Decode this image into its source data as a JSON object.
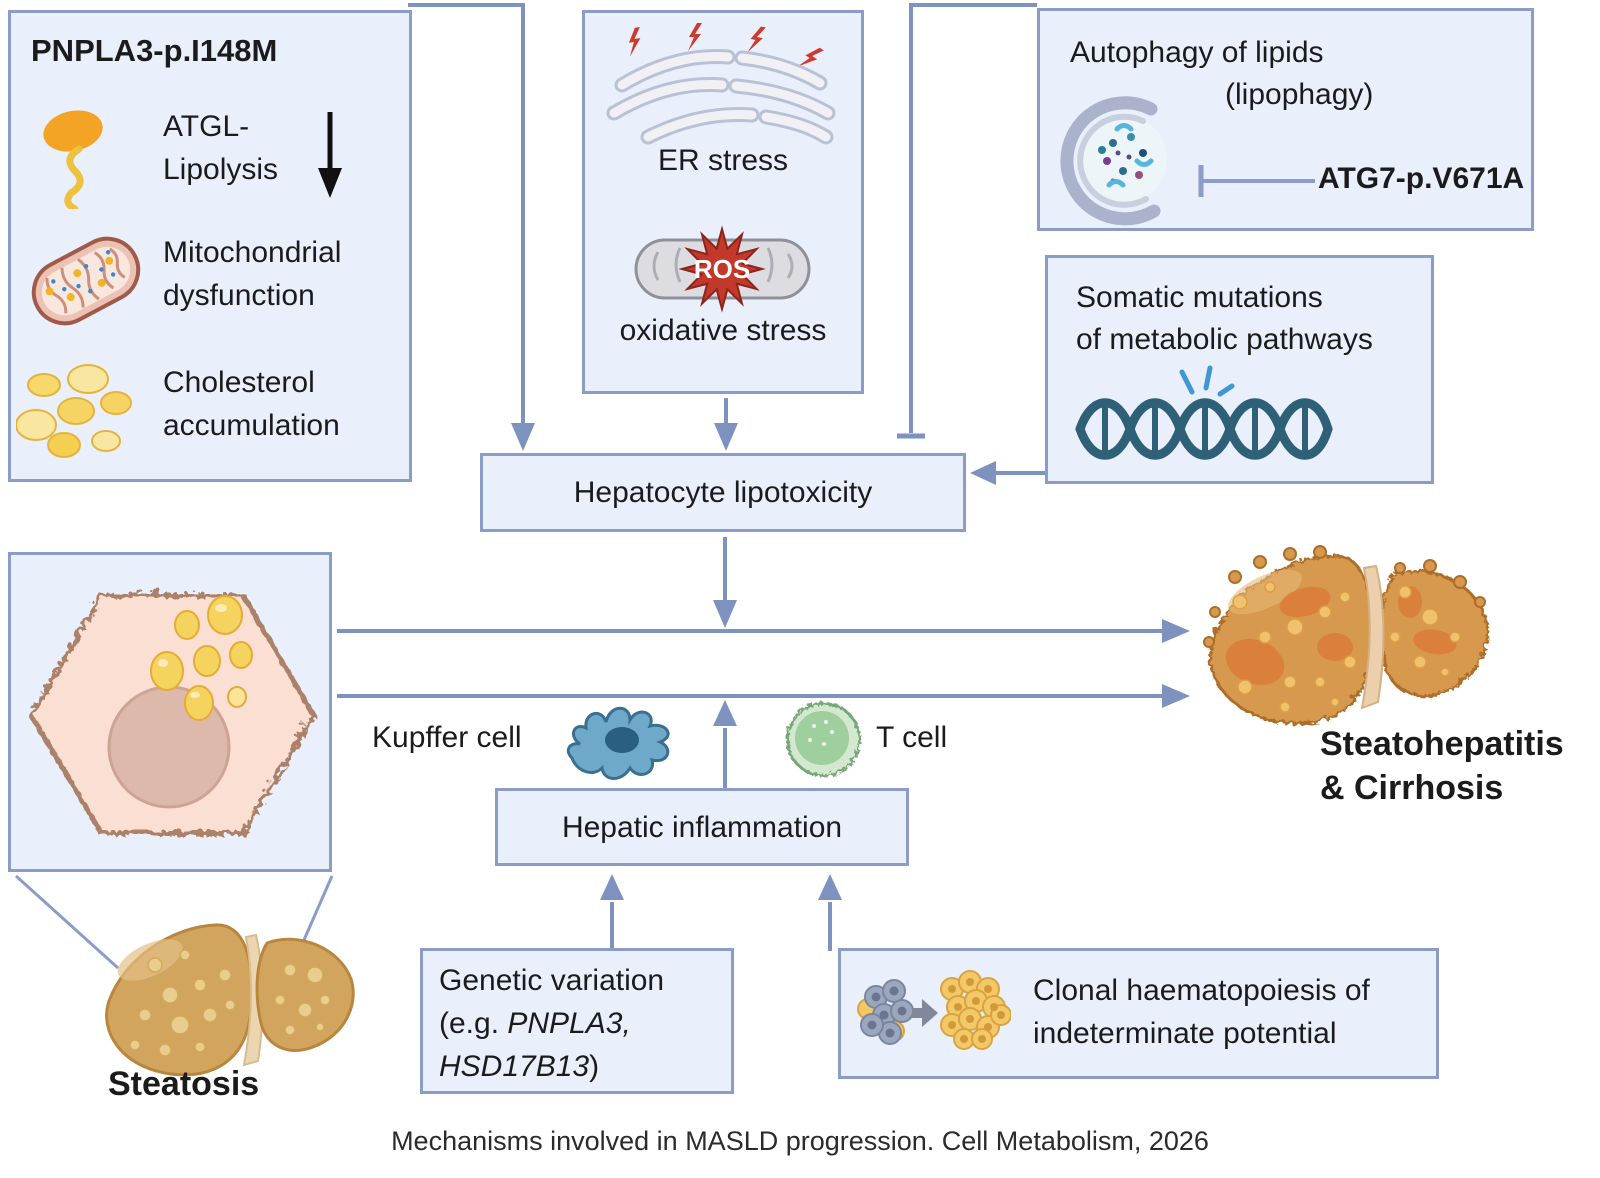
{
  "caption": "Mechanisms involved in MASLD progression. Cell Metabolism, 2026",
  "pnpla3_box": {
    "title": "PNPLA3-p.I148M",
    "item1_line1": "ATGL-",
    "item1_line2": "Lipolysis",
    "item2_line1": "Mitochondrial",
    "item2_line2": "dysfunction",
    "item3_line1": "Cholesterol",
    "item3_line2": "accumulation"
  },
  "er_box": {
    "label_top": "ER stress",
    "ros_label": "ROS",
    "label_bottom": "oxidative stress"
  },
  "autophagy_box": {
    "title_line1": "Autophagy of lipids",
    "title_line2": "(lipophagy)",
    "variant": "ATG7-p.V671A"
  },
  "somatic_box": {
    "line1": "Somatic mutations",
    "line2": "of metabolic pathways"
  },
  "lipotoxicity_box": {
    "label": "Hepatocyte lipotoxicity"
  },
  "inflammation": {
    "kupffer_label": "Kupffer cell",
    "tcell_label": "T cell",
    "box_label": "Hepatic inflammation"
  },
  "genetic_box": {
    "line1": "Genetic variation",
    "line2_normal": "(e.g. ",
    "line2_italic": "PNPLA3,",
    "line3_italic": "HSD17B13",
    "line3_normal": ")"
  },
  "chip_box": {
    "line1": "Clonal haematopoiesis of",
    "line2": "indeterminate potential"
  },
  "labels": {
    "steatosis": "Steatosis",
    "outcome_line1": "Steatohepatitis",
    "outcome_line2": "& Cirrhosis"
  },
  "icons": {
    "lipase": "orange lipid droplet with wavy lipase tail",
    "mitochondria": "pink mitochondrion with cristae",
    "cholesterol": "cluster of yellow lipid droplets",
    "er": "endoplasmic reticulum tubes with red lightning bolts",
    "ros_mitochondria": "grey mitochondrion with red ROS starburst",
    "autophagosome": "double-membrane autophagosome engulfing cargo",
    "dna_mutation": "DNA double helix with blue break marks",
    "hepatocyte": "steatotic hepatocyte with lipid droplets",
    "steatosis_liver": "fatty liver",
    "cirrhosis_liver": "nodular cirrhotic liver",
    "kupffer_cell": "blue star-shaped macrophage",
    "t_cell": "green round lymphocyte",
    "chip_cells": "grey cell clone converting to yellow mutant clone",
    "down_arrow": "black decrease arrow"
  },
  "colors": {
    "panel_fill": "#e9effb",
    "panel_border": "#8b9cc6",
    "connector": "#7e92c0",
    "text": "#1b1b1b",
    "alert_red": "#cd3a2e",
    "ros_red": "#c2392b",
    "lipid_yellow": "#f5d35f",
    "atgl_orange": "#f3a425",
    "dna_teal": "#2e6077",
    "break_blue": "#3f97d4",
    "kupffer_blue": "#6ea9c9",
    "tcell_green": "#9fcf9d",
    "hepatocyte_pink": "#fadfd2",
    "steatosis_liver_tan": "#d2a55e",
    "cirrhosis_liver_orange": "#d7994e"
  }
}
